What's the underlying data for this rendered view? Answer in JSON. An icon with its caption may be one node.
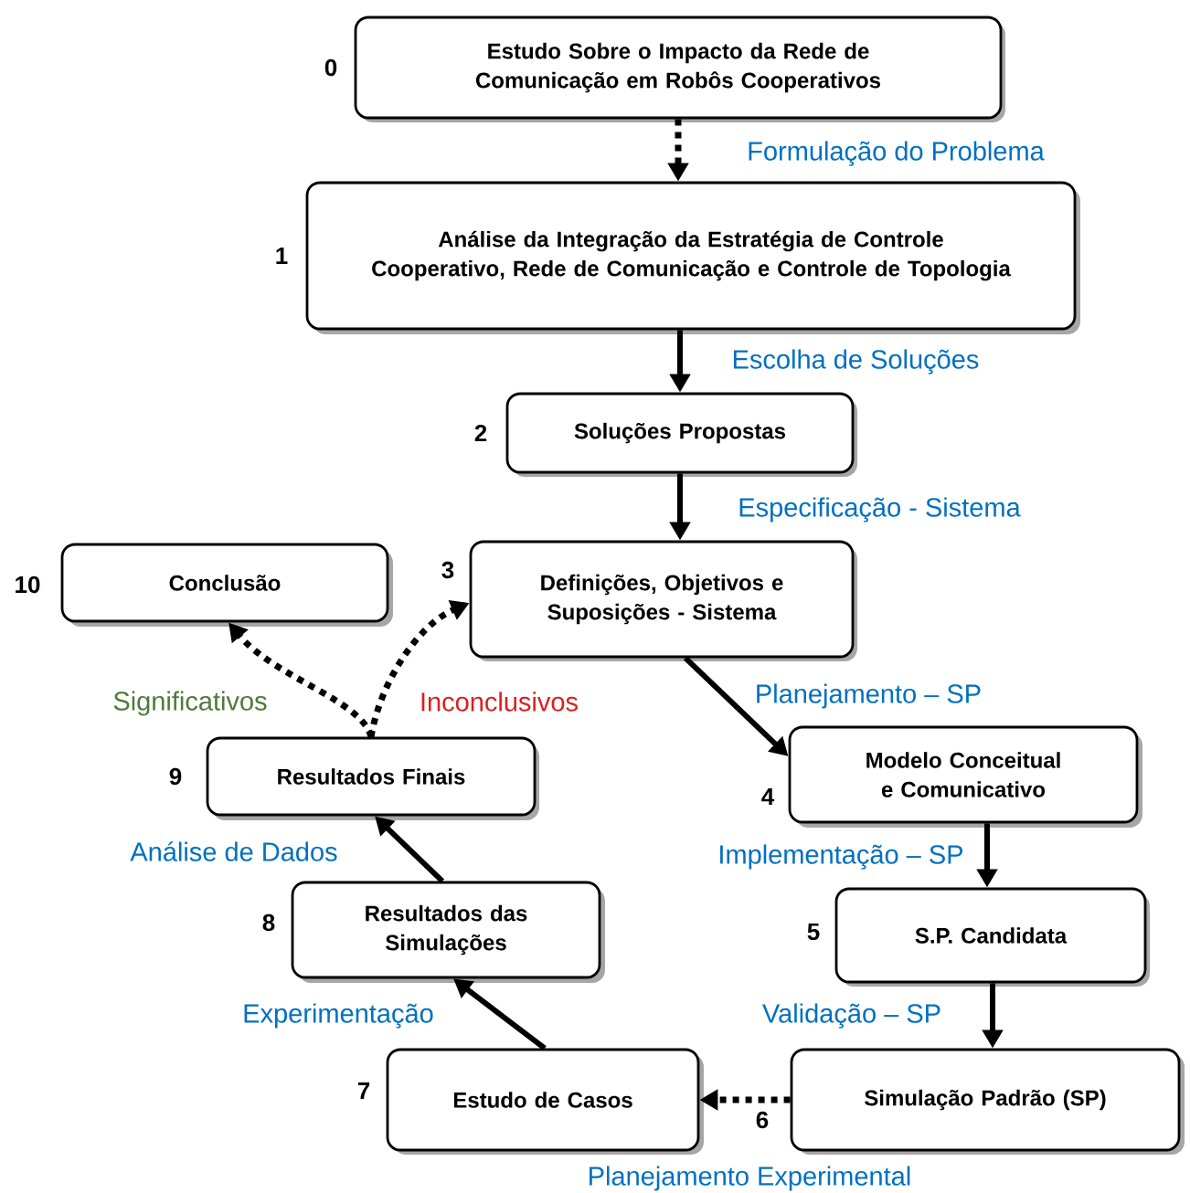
{
  "diagram": {
    "nodes": [
      {
        "text": [
          "Estudo Sobre o Impacto da Rede de Comunicação em Robôs Cooperativos"
        ],
        "beside": [
          "0"
        ]
      },
      {
        "text": [
          "Análise da Integração da Estratégia de Controle Cooperativo, Rede de Comunicação e Controle de Topologia"
        ],
        "beside": [
          "1"
        ]
      },
      {
        "text": [
          "Soluções Propostas"
        ],
        "beside": [
          "2"
        ]
      },
      {
        "text": [
          "Definições, Objetivos e Suposições - Sistema"
        ],
        "beside": [
          "3"
        ]
      },
      {
        "text": [
          "Modelo Conceitual e Comunicativo"
        ],
        "beside": [
          "4"
        ]
      },
      {
        "text": [
          "S.P. Candidata"
        ],
        "beside": [
          "5"
        ]
      },
      {
        "text": [
          "Simulação Padrão (SP)"
        ],
        "beside": [
          "6"
        ]
      },
      {
        "text": [
          "Estudo de Casos"
        ],
        "beside": [
          "7"
        ]
      },
      {
        "text": [
          "Resultados das Simulações"
        ],
        "beside": [
          "8"
        ]
      },
      {
        "text": [
          "Resultados Finais"
        ],
        "beside": [
          "9"
        ]
      },
      {
        "text": [
          "Conclusão"
        ],
        "beside": [
          "10"
        ]
      }
    ],
    "edges": [
      {
        "from": 0,
        "to": 1,
        "arrow": "to",
        "label": "Formulação do Problema",
        "style": "dashed"
      },
      {
        "from": 1,
        "to": 2,
        "arrow": "to",
        "label": "Escolha de Soluções"
      },
      {
        "from": 2,
        "to": 3,
        "arrow": "to",
        "label": "Especificação - Sistema"
      },
      {
        "from": 3,
        "to": 4,
        "arrow": "to",
        "label": "Planejamento – SP"
      },
      {
        "from": 4,
        "to": 5,
        "arrow": "to",
        "label": "Implementação – SP"
      },
      {
        "from": 5,
        "to": 6,
        "arrow": "to",
        "label": "Validação – SP"
      },
      {
        "from": 6,
        "to": 7,
        "arrow": "to",
        "label": "Planejamento Experimental",
        "style": "dashed"
      },
      {
        "from": 7,
        "to": 8,
        "arrow": "to",
        "label": "Experimentação"
      },
      {
        "from": 8,
        "to": 9,
        "arrow": "to",
        "label": "Análise de Dados"
      },
      {
        "from": 9,
        "to": 10,
        "arrow": "to",
        "label": "Significativos",
        "style": "dashed"
      },
      {
        "from": 9,
        "to": 3,
        "arrow": "to",
        "label": "Inconclusivos",
        "style": "dashed"
      }
    ]
  }
}
